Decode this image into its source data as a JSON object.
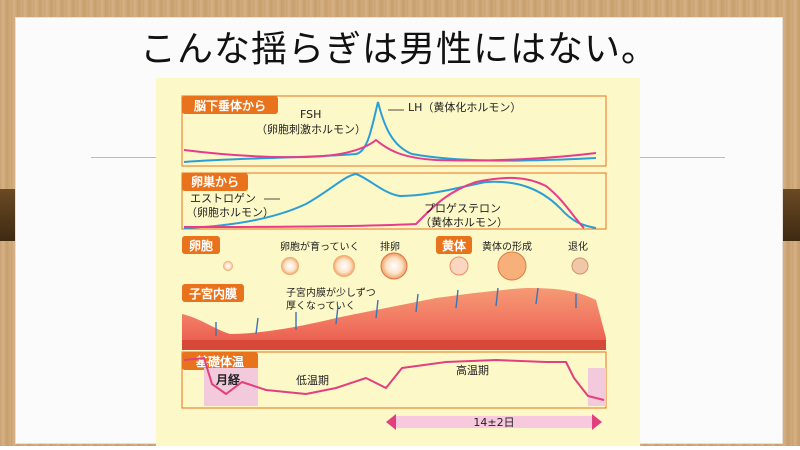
{
  "slide": {
    "title": "こんな揺らぎは男性にはない。",
    "pituitary": {
      "label": "脳下垂体から",
      "fsh": "FSH",
      "fsh_sub": "（卵胞刺激ホルモン）",
      "lh": "LH（黄体化ホルモン）"
    },
    "ovary": {
      "label": "卵巣から",
      "estrogen": "エストロゲン",
      "estrogen_sub": "（卵胞ホルモン）",
      "progesterone": "プロゲステロン",
      "progesterone_sub": "（黄体ホルモン）"
    },
    "follicle": {
      "label": "卵胞",
      "growing": "卵胞が育っていく",
      "ovulation": "排卵",
      "corpus_luteum": "黄体",
      "formation": "黄体の形成",
      "regression": "退化"
    },
    "endometrium": {
      "label": "子宮内膜",
      "note_line1": "子宮内膜が少しずつ",
      "note_line2": "厚くなっていく"
    },
    "bbt": {
      "label": "基礎体温",
      "menses": "月経",
      "low_phase": "低温期",
      "high_phase": "高温期",
      "duration": "14±2日"
    },
    "colors": {
      "accent": "#e8731c",
      "fsh_line": "#e63c8c",
      "lh_line": "#2a9fd6",
      "menses_fill": "#f3c9dc",
      "bbt_line": "#e0407e"
    }
  }
}
